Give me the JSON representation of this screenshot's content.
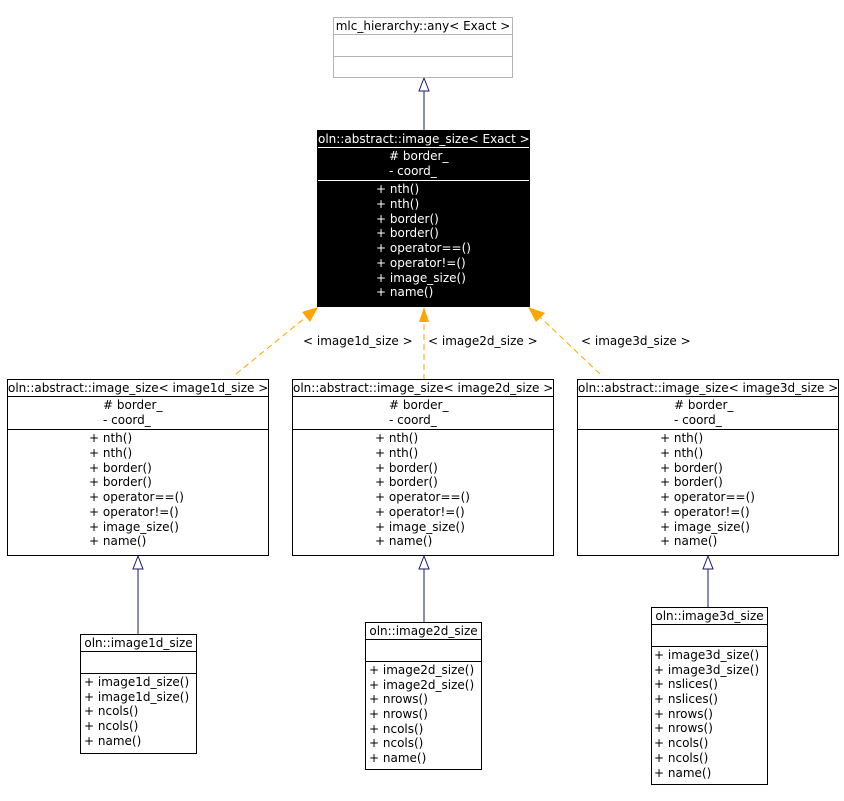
{
  "classes": {
    "mlc_any": {
      "name": "mlc_hierarchy::any< Exact >",
      "attributes": [],
      "methods": []
    },
    "image_size_exact": {
      "name": "oln::abstract::image_size< Exact >",
      "attributes": [
        "# border_",
        "- coord_"
      ],
      "methods": [
        "+ nth()",
        "+ nth()",
        "+ border()",
        "+ border()",
        "+ operator==()",
        "+ operator!=()",
        "+ image_size()",
        "+ name()"
      ]
    },
    "image_size_1d": {
      "name": "oln::abstract::image_size< image1d_size >",
      "attributes": [
        "# border_",
        "- coord_"
      ],
      "methods": [
        "+ nth()",
        "+ nth()",
        "+ border()",
        "+ border()",
        "+ operator==()",
        "+ operator!=()",
        "+ image_size()",
        "+ name()"
      ]
    },
    "image_size_2d": {
      "name": "oln::abstract::image_size< image2d_size >",
      "attributes": [
        "# border_",
        "- coord_"
      ],
      "methods": [
        "+ nth()",
        "+ nth()",
        "+ border()",
        "+ border()",
        "+ operator==()",
        "+ operator!=()",
        "+ image_size()",
        "+ name()"
      ]
    },
    "image_size_3d": {
      "name": "oln::abstract::image_size< image3d_size >",
      "attributes": [
        "# border_",
        "- coord_"
      ],
      "methods": [
        "+ nth()",
        "+ nth()",
        "+ border()",
        "+ border()",
        "+ operator==()",
        "+ operator!=()",
        "+ image_size()",
        "+ name()"
      ]
    },
    "image1d_size": {
      "name": "oln::image1d_size",
      "attributes": [],
      "methods": [
        "+ image1d_size()",
        "+ image1d_size()",
        "+ ncols()",
        "+ ncols()",
        "+ name()"
      ]
    },
    "image2d_size": {
      "name": "oln::image2d_size",
      "attributes": [],
      "methods": [
        "+ image2d_size()",
        "+ image2d_size()",
        "+ nrows()",
        "+ nrows()",
        "+ ncols()",
        "+ ncols()",
        "+ name()"
      ]
    },
    "image3d_size": {
      "name": "oln::image3d_size",
      "attributes": [],
      "methods": [
        "+ image3d_size()",
        "+ image3d_size()",
        "+ nslices()",
        "+ nslices()",
        "+ nrows()",
        "+ nrows()",
        "+ ncols()",
        "+ ncols()",
        "+ name()"
      ]
    }
  },
  "edge_labels": {
    "t1d": "< image1d_size >",
    "t2d": "< image2d_size >",
    "t3d": "< image3d_size >"
  },
  "colors": {
    "inheritance": "#191970",
    "template_instance": "#ffa500",
    "highlight_bg": "#000000",
    "grey_border": "#b4b4b4"
  }
}
